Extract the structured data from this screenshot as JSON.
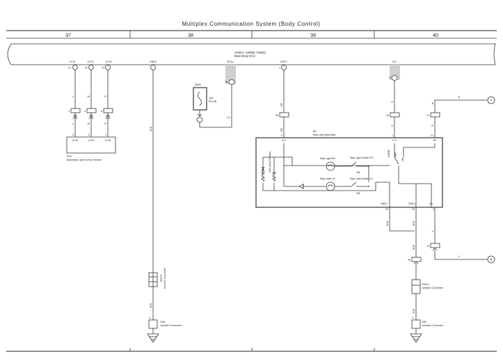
{
  "title": "Multiplex Communication System (Body Control)",
  "columns": [
    "37",
    "38",
    "39",
    "40"
  ],
  "ecu": {
    "codes": "G46(A), G45(B), G46(C)",
    "name": "Main Body ECU"
  },
  "ecu_terminals": {
    "clte": {
      "label": "CLTE",
      "pin": "21"
    },
    "clts": {
      "label": "CLTS",
      "pin": "22"
    },
    "cltb": {
      "label": "CLTB",
      "pin": "23"
    },
    "gnd2": {
      "label": "GND2"
    },
    "secu": {
      "label": "SECU",
      "pin": "19"
    },
    "dspt": {
      "label": "DSPT",
      "pin": "1"
    },
    "ile": {
      "label": "ILE",
      "pin": "5"
    }
  },
  "sensor": {
    "code": "R15",
    "name": "Automatic Light Control Sensor",
    "terminals": [
      "CLTE",
      "CLTS",
      "CLTB"
    ],
    "pins": [
      "3",
      "5",
      "1"
    ],
    "connector_pins": [
      "2",
      "4",
      "6"
    ],
    "wire_colors": [
      "L",
      "W",
      "R"
    ]
  },
  "fuse": {
    "label": "(BAT)",
    "rating": "10A",
    "name": "ECU-B"
  },
  "map_light": {
    "code": "M1",
    "name": "Map Light Assembly",
    "terminals": {
      "ilg": "ILG",
      "cty": "CTY",
      "b1": "B1",
      "gnd2": "GND2",
      "gnd1": "GND1",
      "ill": "ILL"
    },
    "pins": {
      "ilg": "4",
      "cty": "1",
      "b1": "21",
      "gnd2": "30",
      "gnd1": "15",
      "ill": "2"
    },
    "components": {
      "map_light_rh": "Map Light RH",
      "map_light_lh": "Map Light LH",
      "map_switch_rh": "Map Light Switch RH",
      "map_switch_lh": "Map Light Switch LH",
      "soft_lamp": "Soft Lamp Resistor",
      "door_switch": "DOOR",
      "on": "ON",
      "off": "OFF"
    }
  },
  "connector_pins": {
    "dspt_side": "35",
    "ile_side": "16",
    "b1_side": "17",
    "ill_side": "14",
    "lower_pin": "25",
    "jc_pin": "4",
    "jc_pin2": "4"
  },
  "wire_colors": {
    "secu": "LG",
    "dspt": "GR",
    "dspt2": "GR",
    "ile": "G",
    "ile2": "G",
    "b1": "B",
    "b1_2": "R",
    "gnd2": "W-B",
    "gnd_a": "W-B",
    "gnd_b": "W-B",
    "gnd_c": "W-B",
    "gnd_d": "W-B",
    "gnd_e": "W-B",
    "ill": "V",
    "ill_right": "V",
    "upper_right": "R"
  },
  "junctions": {
    "jc1": {
      "code": "G0370",
      "name": "Junction Connector"
    },
    "jc2": {
      "code": "C0010",
      "name": "Junction Connector"
    },
    "j1": {
      "code": "G08",
      "name": "Junction Connector"
    },
    "j2": {
      "code": "G05",
      "name": "Junction Connector"
    }
  },
  "off_page": {
    "a": "A",
    "b": "B"
  }
}
